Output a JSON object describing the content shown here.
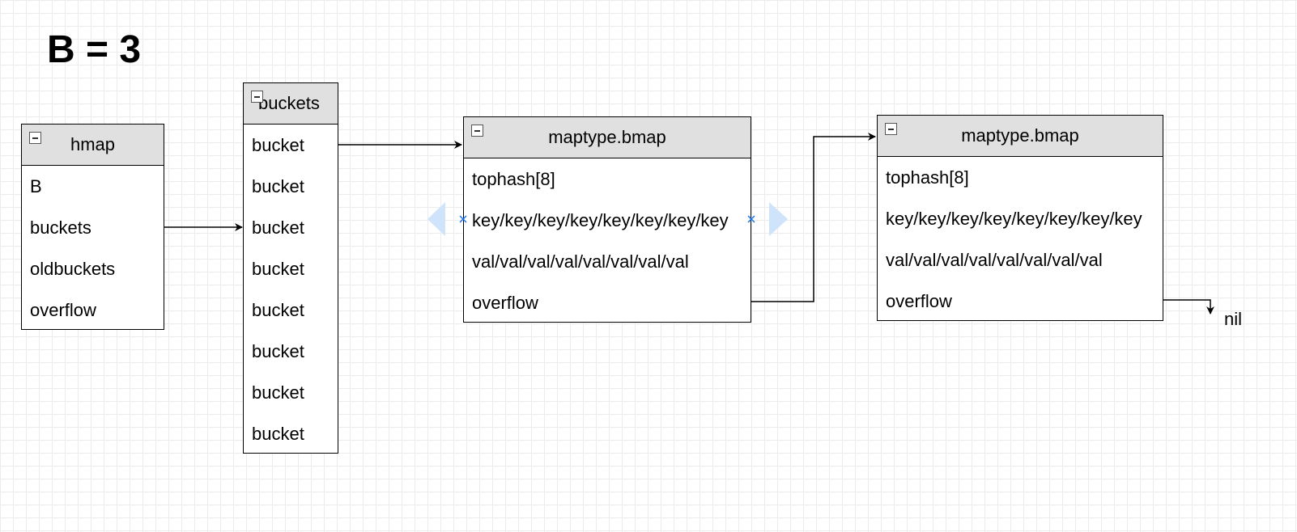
{
  "title": "B = 3",
  "hmap": {
    "header": "hmap",
    "fields": [
      "B",
      "buckets",
      "oldbuckets",
      "overflow"
    ]
  },
  "buckets": {
    "header": "buckets",
    "items": [
      "bucket",
      "bucket",
      "bucket",
      "bucket",
      "bucket",
      "bucket",
      "bucket",
      "bucket"
    ]
  },
  "bmap1": {
    "header": "maptype.bmap",
    "fields": [
      "tophash[8]",
      "key/key/key/key/key/key/key/key",
      "val/val/val/val/val/val/val/val",
      "overflow"
    ]
  },
  "bmap2": {
    "header": "maptype.bmap",
    "fields": [
      "tophash[8]",
      "key/key/key/key/key/key/key/key",
      "val/val/val/val/val/val/val/val",
      "overflow"
    ]
  },
  "nil_label": "nil",
  "colors": {
    "header_bg": "#e0e0e0",
    "grid": "#ececec",
    "selection_handle": "#cfe3fb",
    "connection_marker": "#1a73e8"
  }
}
